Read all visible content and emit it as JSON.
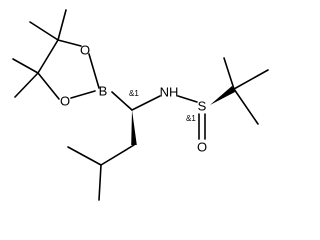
{
  "molecule": {
    "atoms": {
      "O_upper": "O",
      "B": "B",
      "O_lower": "O",
      "N": "NH",
      "S": "S",
      "O_sulfinyl": "O"
    },
    "stereo_labels": {
      "c1": "&1",
      "s": "&1"
    }
  }
}
